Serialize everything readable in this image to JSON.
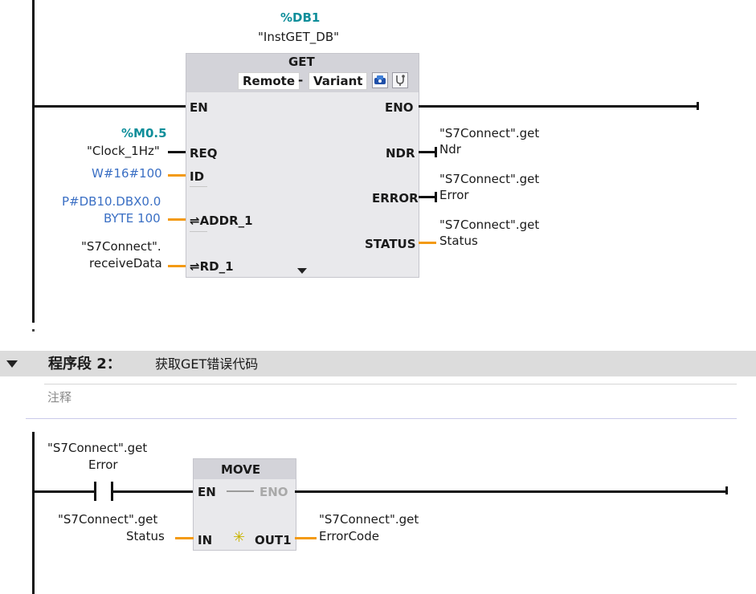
{
  "network1": {
    "db_address": "%DB1",
    "db_name": "\"InstGET_DB\"",
    "block_title": "GET",
    "mode_remote": "Remote",
    "mode_sep": "-",
    "mode_variant": "Variant",
    "pins_left": {
      "en": "EN",
      "req": "REQ",
      "id": "ID",
      "addr1": "⇌ADDR_1",
      "rd1": "⇌RD_1"
    },
    "pins_right": {
      "eno": "ENO",
      "ndr": "NDR",
      "error": "ERROR",
      "status": "STATUS"
    },
    "req_address": "%M0.5",
    "req_symbol": "\"Clock_1Hz\"",
    "id_value": "W#16#100",
    "addr1_line1": "P#DB10.DBX0.0",
    "addr1_line2": "BYTE 100",
    "rd1_line1": "\"S7Connect\".",
    "rd1_line2": "receiveData",
    "ndr_line1": "\"S7Connect\".get",
    "ndr_line2": "Ndr",
    "error_line1": "\"S7Connect\".get",
    "error_line2": "Error",
    "status_line1": "\"S7Connect\".get",
    "status_line2": "Status"
  },
  "network2": {
    "label": "程序段 2：",
    "title": "获取GET错误代码",
    "comment_placeholder": "注释",
    "contact_line1": "\"S7Connect\".get",
    "contact_line2": "Error",
    "move_title": "MOVE",
    "pin_en": "EN",
    "pin_eno": "ENO",
    "pin_in": "IN",
    "pin_out1": "OUT1",
    "in_line1": "\"S7Connect\".get",
    "in_line2": "Status",
    "out_line1": "\"S7Connect\".get",
    "out_line2": "ErrorCode"
  },
  "colors": {
    "rail": "#111111",
    "wire_optional": "#f39a12",
    "address_teal": "#0e8e9a",
    "constant_blue": "#3a6fc4",
    "block_body": "#e9e9ec",
    "block_header": "#d3d3d9"
  },
  "icons": {
    "collapse": "triangle-down-icon",
    "block_icon1": "remote-connection-icon",
    "block_icon2": "diagnostics-icon",
    "new_output": "sparkle-icon"
  }
}
